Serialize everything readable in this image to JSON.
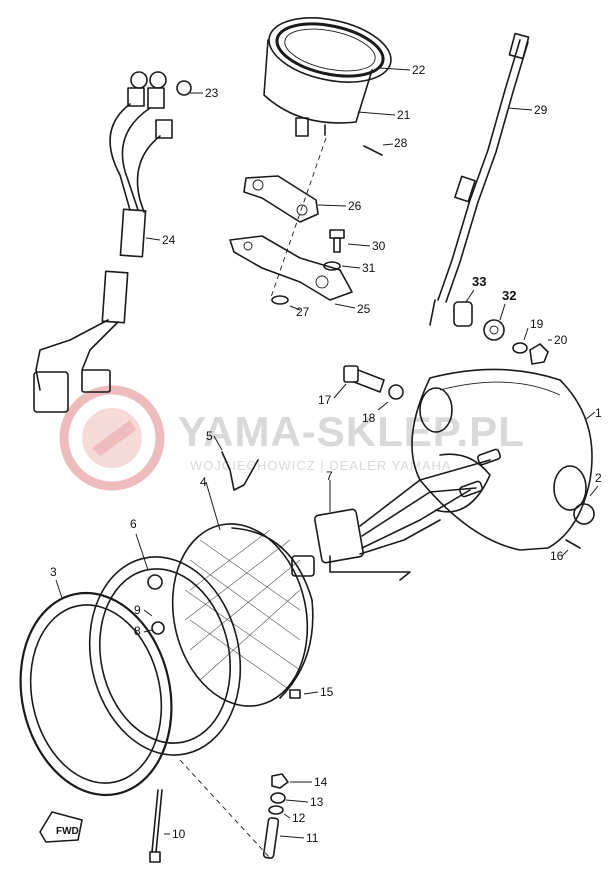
{
  "watermark": {
    "title": "YAMA-SKLEP.PL",
    "subtitle": "WOJCIECHOWICZ | DEALER YAMAHA",
    "logo_color": "#e8a0a0"
  },
  "fwd_label": "FWD",
  "part_labels": {
    "p1": "1",
    "p2": "2",
    "p3": "3",
    "p4": "4",
    "p5": "5",
    "p6": "6",
    "p7": "7",
    "p8": "8",
    "p9": "9",
    "p10": "10",
    "p11": "11",
    "p12": "12",
    "p13": "13",
    "p14": "14",
    "p15": "15",
    "p16": "16",
    "p17": "17",
    "p18": "18",
    "p19": "19",
    "p20": "20",
    "p21": "21",
    "p22": "22",
    "p23": "23",
    "p24": "24",
    "p25": "25",
    "p26": "26",
    "p27": "27",
    "p28": "28",
    "p29": "29",
    "p30": "30",
    "p31": "31",
    "p32": "32",
    "p33": "33"
  }
}
